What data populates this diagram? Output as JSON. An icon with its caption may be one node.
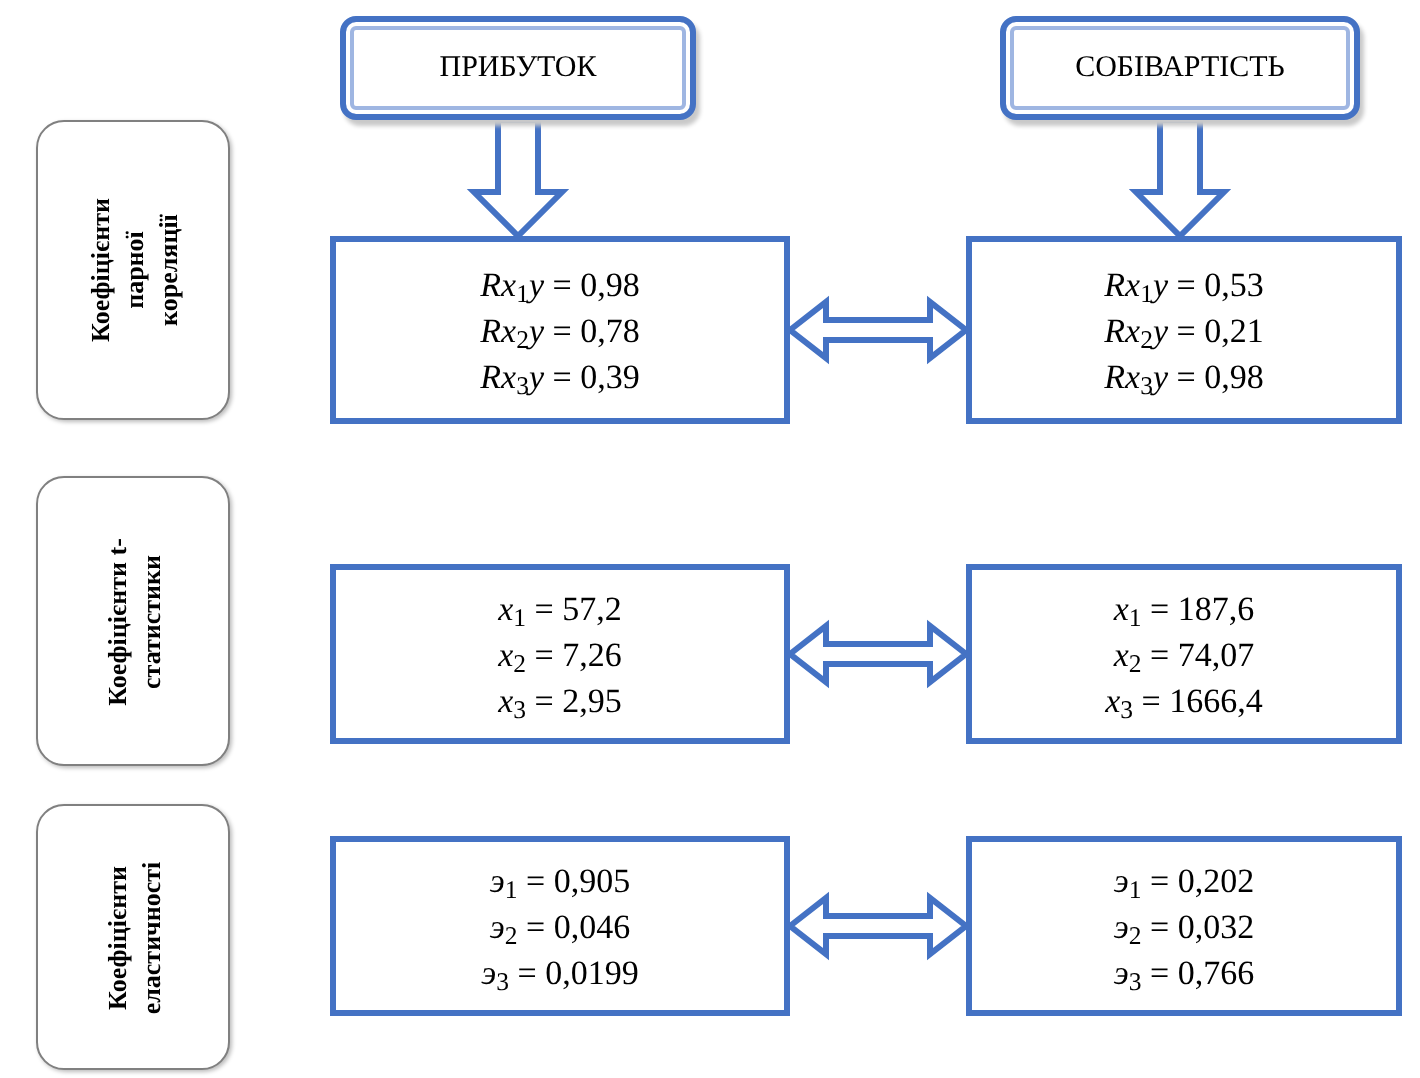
{
  "diagram": {
    "nodes": [
      {
        "text": [
          "ПРИБУТОК"
        ]
      },
      {
        "text": [
          "СОБІВАРТІСТЬ"
        ]
      },
      {
        "text": [
          "Коефіцієнти парної кореляції"
        ]
      },
      {
        "text": [
          "Коефіцієнти t-статистики"
        ]
      },
      {
        "text": [
          "Коефіцієнти еластичності"
        ]
      },
      {
        "text": [
          "*Rx*$_{1}$*y* = 0,98",
          "*Rx*$_{2}$*y* = 0,78",
          "*Rx*$_{3}$*y* = 0,39"
        ]
      },
      {
        "text": [
          "*Rx*$_{1}$*y* = 0,53",
          "*Rx*$_{2}$*y* = 0,21",
          "*Rx*$_{3}$*y* = 0,98"
        ]
      },
      {
        "text": [
          "*x*$_{1}$ = 57,2",
          "*x*$_{2}$ = 7,26",
          "*x*$_{3}$ = 2,95"
        ]
      },
      {
        "text": [
          "*x*$_{1}$ = 187,6",
          "*x*$_{2}$ = 74,07",
          "*x*$_{3}$ = 1666,4"
        ]
      },
      {
        "text": [
          "*э*$_{1}$ = 0,905",
          "*э*$_{2}$ = 0,046",
          "*э*$_{3}$ = 0,0199"
        ]
      },
      {
        "text": [
          "*э*$_{1}$ = 0,202",
          "*э*$_{2}$ = 0,032",
          "*э*$_{3}$ = 0,766"
        ]
      }
    ],
    "edges": [
      {
        "from": 0,
        "to": 5,
        "arrow": "to"
      },
      {
        "from": 1,
        "to": 6,
        "arrow": "to"
      },
      {
        "from": 5,
        "to": 6,
        "arrow": "both"
      },
      {
        "from": 7,
        "to": 8,
        "arrow": "both"
      },
      {
        "from": 9,
        "to": 10,
        "arrow": "both"
      }
    ]
  }
}
